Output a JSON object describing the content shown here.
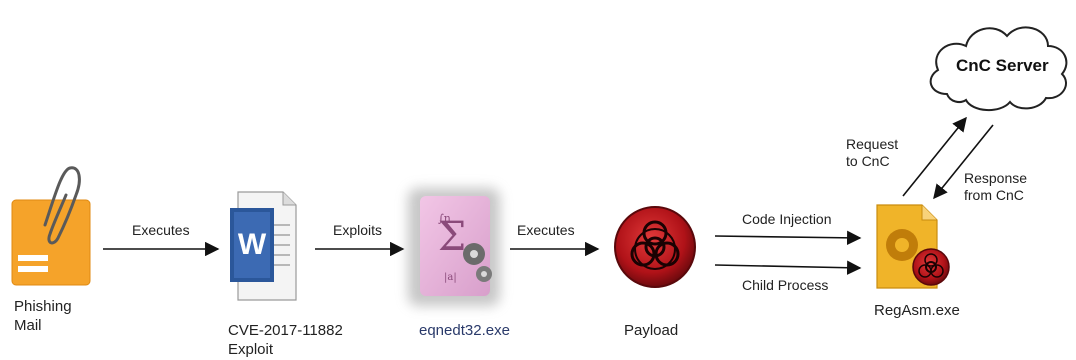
{
  "nodes": {
    "phishing_mail": {
      "label_line1": "Phishing",
      "label_line2": "Mail",
      "icon": "mail-attachment-icon",
      "color": "#f5a32a"
    },
    "exploit_doc": {
      "label_line1": "CVE-2017-11882",
      "label_line2": "Exploit",
      "icon": "word-document-icon",
      "color": "#2b579a"
    },
    "eqnedt": {
      "label": "eqnedt32.exe",
      "icon": "equation-editor-icon",
      "color": "#e8b4d8"
    },
    "payload": {
      "label": "Payload",
      "icon": "biohazard-icon",
      "color": "#c0141c"
    },
    "regasm": {
      "label": "RegAsm.exe",
      "icon": "gear-file-icon",
      "color": "#f0b429"
    },
    "cnc_server": {
      "label": "CnC Server",
      "icon": "cloud-icon"
    }
  },
  "edges": {
    "executes_1": "Executes",
    "exploits": "Exploits",
    "executes_2": "Executes",
    "code_injection": "Code Injection",
    "child_process": "Child Process",
    "request_line1": "Request",
    "request_line2": "to CnC",
    "response_line1": "Response",
    "response_line2": "from CnC"
  }
}
